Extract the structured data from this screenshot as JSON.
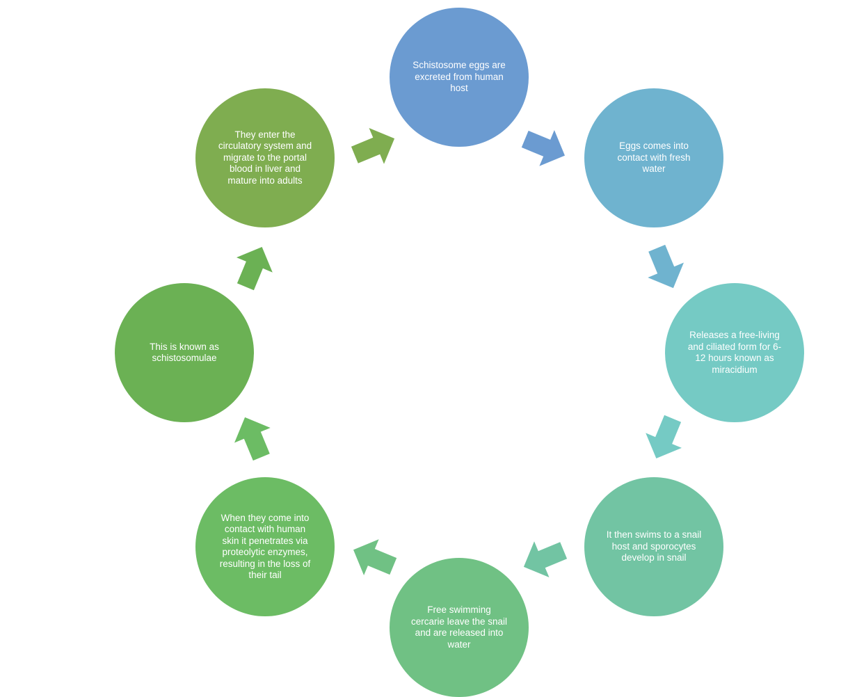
{
  "cycle": {
    "steps": [
      {
        "text": "Schistosome eggs are excreted from human host",
        "color": "#6B9BD1"
      },
      {
        "text": "Eggs comes into contact with fresh water",
        "color": "#6FB3CF"
      },
      {
        "text": "Releases a free-living and ciliated form for 6-12 hours known as miracidium",
        "color": "#75CAC4"
      },
      {
        "text": "It then swims to a snail host and sporocytes develop in snail",
        "color": "#72C4A3"
      },
      {
        "text": "Free swimming cercarie leave the snail and are released into water",
        "color": "#70C184"
      },
      {
        "text": "When they come into contact with human skin it penetrates via proteolytic enzymes, resulting in the loss of their tail",
        "color": "#6CBC64"
      },
      {
        "text": "This is known as schistosomulae",
        "color": "#6BB154"
      },
      {
        "text": "They enter the circulatory system and migrate to the portal blood in liver and mature into adults",
        "color": "#7FAD50"
      }
    ],
    "arrow_colors": [
      "#6B9BD1",
      "#6FB3CF",
      "#75CAC4",
      "#72C4A3",
      "#70C184",
      "#6CBC64",
      "#6BB154",
      "#7FAD50"
    ]
  }
}
